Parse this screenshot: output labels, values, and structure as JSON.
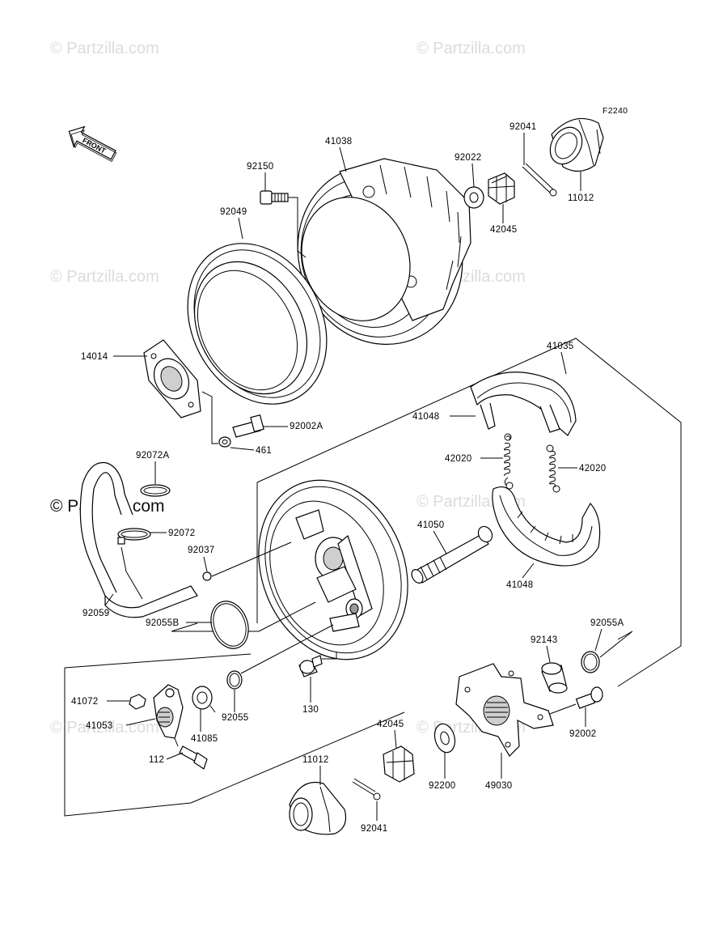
{
  "figure_code": "F2240",
  "front_label": "FRONT",
  "watermarks": {
    "faint": "© Partzilla.com",
    "main": "© Partzilla.com"
  },
  "parts": [
    {
      "id": "p41038",
      "label": "41038"
    },
    {
      "id": "p92150",
      "label": "92150"
    },
    {
      "id": "p92049",
      "label": "92049"
    },
    {
      "id": "p92022",
      "label": "92022"
    },
    {
      "id": "p92041a",
      "label": "92041"
    },
    {
      "id": "p11012a",
      "label": "11012"
    },
    {
      "id": "p42045a",
      "label": "42045"
    },
    {
      "id": "p14014",
      "label": "14014"
    },
    {
      "id": "p92002A",
      "label": "92002A"
    },
    {
      "id": "p461",
      "label": "461"
    },
    {
      "id": "p41035",
      "label": "41035"
    },
    {
      "id": "p41048a",
      "label": "41048"
    },
    {
      "id": "p42020a",
      "label": "42020"
    },
    {
      "id": "p42020b",
      "label": "42020"
    },
    {
      "id": "p92072A",
      "label": "92072A"
    },
    {
      "id": "p92072",
      "label": "92072"
    },
    {
      "id": "p92037",
      "label": "92037"
    },
    {
      "id": "p41050",
      "label": "41050"
    },
    {
      "id": "p41048b",
      "label": "41048"
    },
    {
      "id": "p92059",
      "label": "92059"
    },
    {
      "id": "p92055B",
      "label": "92055B"
    },
    {
      "id": "p92055A",
      "label": "92055A"
    },
    {
      "id": "p92143",
      "label": "92143"
    },
    {
      "id": "p41072",
      "label": "41072"
    },
    {
      "id": "p41053",
      "label": "41053"
    },
    {
      "id": "p41085",
      "label": "41085"
    },
    {
      "id": "p92055",
      "label": "92055"
    },
    {
      "id": "p130",
      "label": "130"
    },
    {
      "id": "p92002",
      "label": "92002"
    },
    {
      "id": "p112",
      "label": "112"
    },
    {
      "id": "p42045b",
      "label": "42045"
    },
    {
      "id": "p11012b",
      "label": "11012"
    },
    {
      "id": "p92200",
      "label": "92200"
    },
    {
      "id": "p49030",
      "label": "49030"
    },
    {
      "id": "p92041b",
      "label": "92041"
    }
  ]
}
